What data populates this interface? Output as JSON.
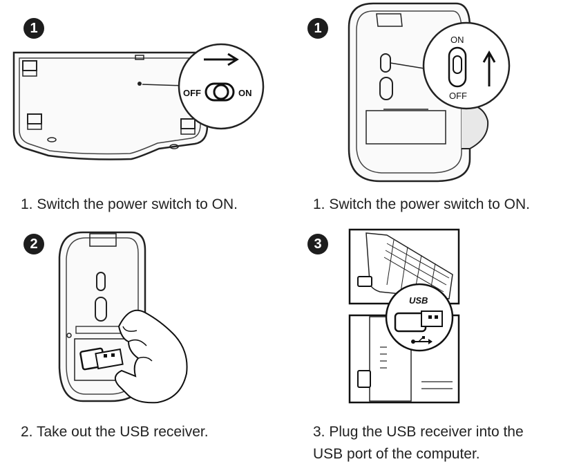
{
  "steps": [
    {
      "number": "1",
      "caption": "1. Switch the power switch to ON.",
      "labels": {
        "off": "OFF",
        "on": "ON"
      }
    },
    {
      "number": "1",
      "caption": "1. Switch the power switch to ON.",
      "labels": {
        "on": "ON",
        "off": "OFF"
      }
    },
    {
      "number": "2",
      "caption": "2. Take out the USB receiver."
    },
    {
      "number": "3",
      "caption_line1": "3. Plug the USB receiver into the",
      "caption_line2": "USB port of the computer.",
      "labels": {
        "usb": "USB"
      }
    }
  ],
  "icons": {
    "arrow_right": "arrow-right-icon",
    "arrow_up": "arrow-up-icon",
    "usb": "usb-symbol-icon"
  }
}
